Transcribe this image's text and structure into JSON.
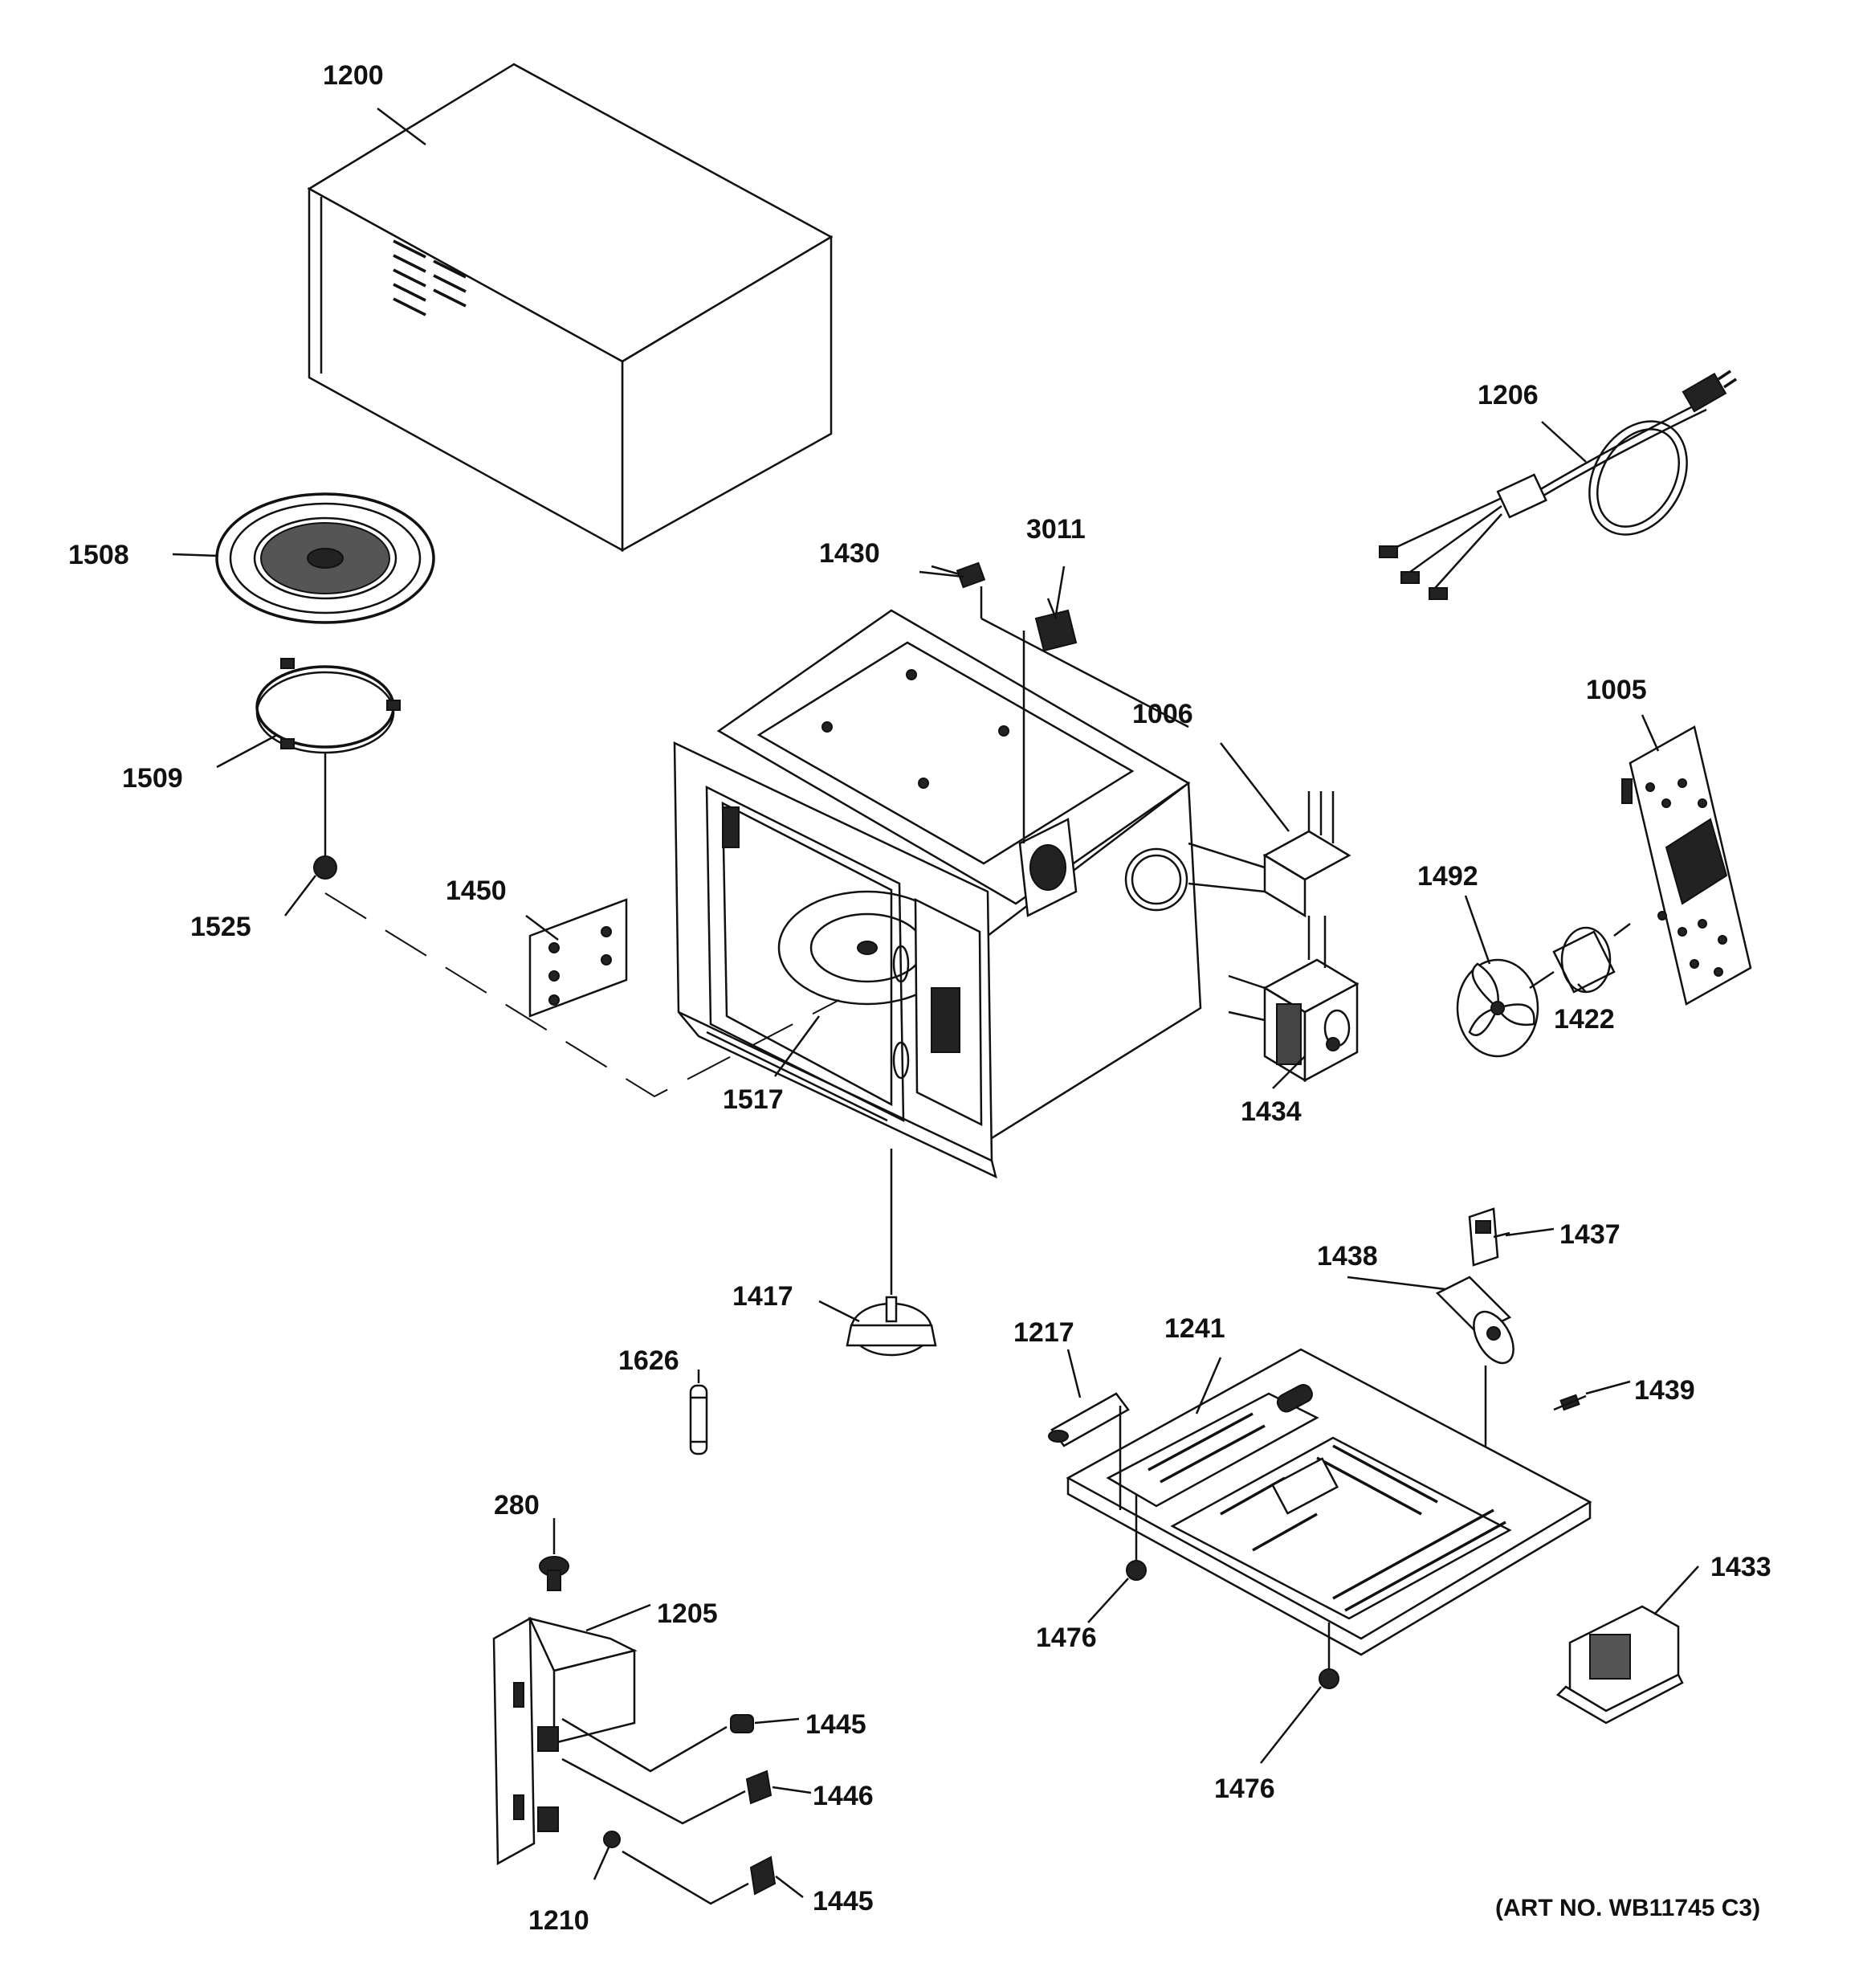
{
  "labels": {
    "p1200": "1200",
    "p1206": "1206",
    "p1508": "1508",
    "p1430": "1430",
    "p3011": "3011",
    "p1005": "1005",
    "p1006": "1006",
    "p1509": "1509",
    "p1492": "1492",
    "p1450": "1450",
    "p1525": "1525",
    "p1422": "1422",
    "p1517": "1517",
    "p1434": "1434",
    "p1437": "1437",
    "p1438": "1438",
    "p1417": "1417",
    "p1241": "1241",
    "p1217": "1217",
    "p1626": "1626",
    "p1439": "1439",
    "p280": "280",
    "p1205": "1205",
    "p1433": "1433",
    "p1476a": "1476",
    "p1476b": "1476",
    "p1445a": "1445",
    "p1446": "1446",
    "p1445b": "1445",
    "p1210": "1210"
  },
  "art_number": "(ART NO. WB11745 C3)"
}
